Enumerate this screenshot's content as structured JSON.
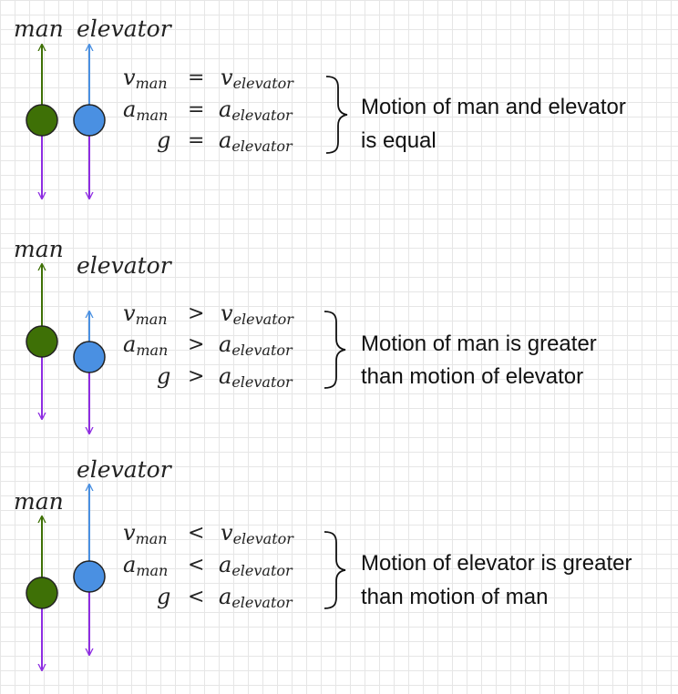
{
  "colors": {
    "man": "#3e7006",
    "elevator": "#4a90e2",
    "man_arrow_up": "#3e7006",
    "elevator_arrow_up": "#4a90e2",
    "arrow_down": "#8e2de2"
  },
  "labels": {
    "man": "man",
    "elevator": "elevator"
  },
  "symbols": {
    "v": "v",
    "a": "a",
    "g": "g",
    "sub_man": "man",
    "sub_elevator": "elevator"
  },
  "panels": [
    {
      "relation": "=",
      "description": [
        "Motion of man and elevator",
        "is equal"
      ]
    },
    {
      "relation": ">",
      "description": [
        "Motion of man is greater",
        "than motion of elevator"
      ]
    },
    {
      "relation": "<",
      "description": [
        "Motion of elevator is greater",
        "than motion of man"
      ]
    }
  ]
}
